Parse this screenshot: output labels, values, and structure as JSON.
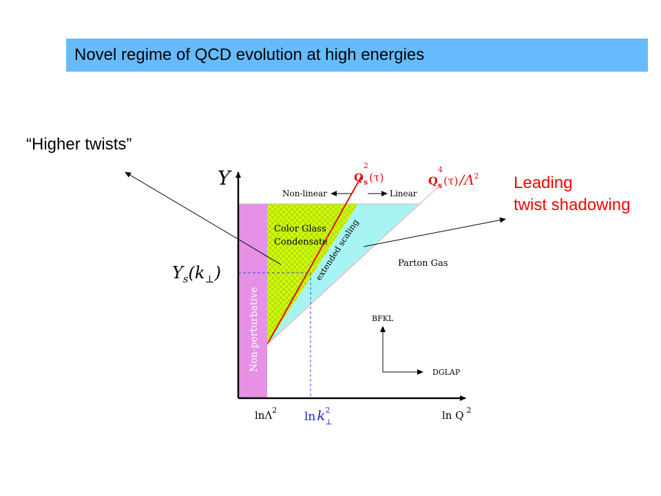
{
  "title": "Novel regime of QCD evolution at high energies",
  "annotations": {
    "higher_twists": "“Higher twists”",
    "leading_line1": "Leading",
    "leading_line2": "twist shadowing"
  },
  "diagram": {
    "y_axis_label": "Y",
    "ys_label": "Y",
    "ys_sub": "s",
    "ys_arg": "(k",
    "ys_arg_sub": "⊥",
    "ys_close": ")",
    "x_tick_lambda": "lnΛ",
    "x_tick_lambda_sup": "2",
    "x_tick_k_ln": "ln",
    "x_tick_k": "k",
    "x_tick_k_sup": "2",
    "x_tick_k_sub": "⊥",
    "x_axis_label": "ln Q",
    "x_axis_sup": "2",
    "qs2_label": "Q",
    "qs2_sub": "s",
    "qs2_sup": "2",
    "qs2_arg": "(τ)",
    "qs4_label": "Q",
    "qs4_sub": "s",
    "qs4_sup": "4",
    "qs4_arg": "(τ)",
    "qs4_div": "/Λ",
    "qs4_div_sup": "2",
    "nonlinear": "Non-linear",
    "linear": "Linear",
    "cgc_line1": "Color Glass",
    "cgc_line2": "Condensate",
    "extended_scaling": "extended scaling",
    "parton_gas": "Parton Gas",
    "nonperturbative": "Non-perturbative",
    "bfkl": "BFKL",
    "dglap": "DGLAP"
  },
  "colors": {
    "title_bar": "#66bbff",
    "annotation_red": "#ff0000",
    "nonperturbative_region": "#e690e6",
    "cgc_region": "#ccff00",
    "scaling_region": "#a8f4f4",
    "saturation_line": "#e01010",
    "dashed_line": "#4444cc"
  }
}
